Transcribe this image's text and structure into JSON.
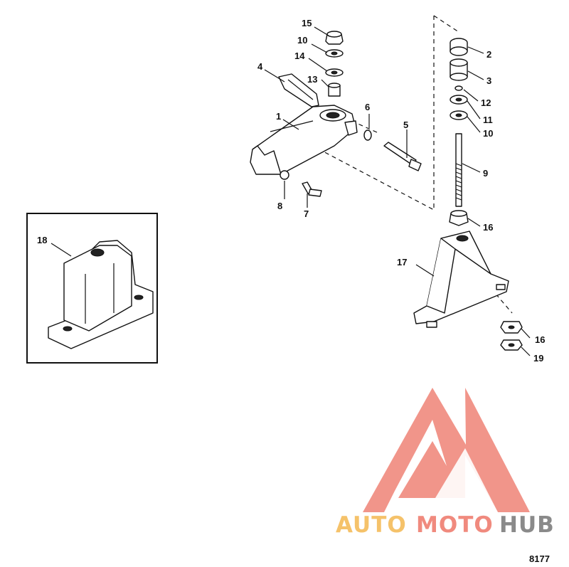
{
  "figure_number": "8177",
  "watermark": {
    "part1": "AUTO",
    "part2": "MOTO",
    "part3": "HUB",
    "color_auto": "#f5c26a",
    "color_moto": "#f08a7e",
    "color_hub": "#8a8a8a",
    "logo_color": "#f08a7e"
  },
  "callouts": {
    "c1": "1",
    "c2": "2",
    "c3": "3",
    "c4": "4",
    "c5": "5",
    "c6": "6",
    "c7": "7",
    "c8": "8",
    "c9": "9",
    "c10a": "10",
    "c10b": "10",
    "c11": "11",
    "c12": "12",
    "c13": "13",
    "c14": "14",
    "c15": "15",
    "c16a": "16",
    "c16b": "16",
    "c17": "17",
    "c18": "18",
    "c19": "19"
  }
}
